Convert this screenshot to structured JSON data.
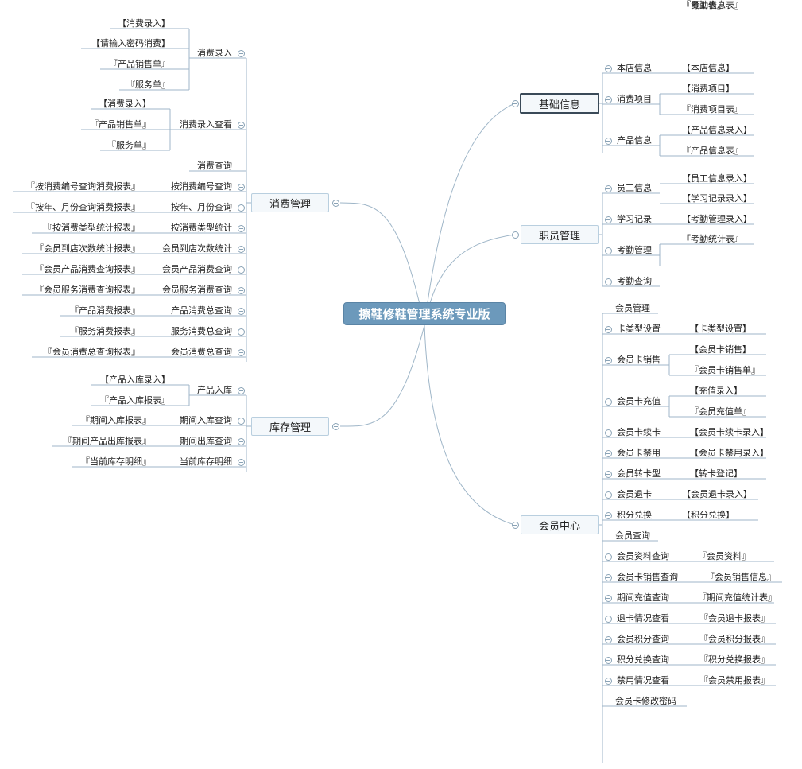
{
  "root": {
    "label": "擦鞋修鞋管理系统专业版"
  },
  "main_nodes": {
    "jichu": "基础信息",
    "zhiyuan": "职员管理",
    "huiyuan": "会员中心",
    "xiaofei": "消费管理",
    "kucun": "库存管理"
  },
  "jichu": [
    {
      "label": "本店信息",
      "children": [
        "【本店信息】"
      ]
    },
    {
      "label": "消费项目",
      "children": [
        "【消费项目】",
        "『消费项目表』"
      ]
    },
    {
      "label": "产品信息",
      "children": [
        "【产品信息录入】",
        "『产品信息表』"
      ]
    }
  ],
  "zhiyuan": [
    {
      "label": "员工信息",
      "children": [
        "【员工信息录入】",
        "『员工信息表』"
      ]
    },
    {
      "label": "学习记录",
      "children": [
        "【学习记录录入】"
      ]
    },
    {
      "label": "考勤管理",
      "children": [
        "【考勤管理录入】",
        "『考勤表』"
      ]
    },
    {
      "label": "考勤查询",
      "children": [
        "『考勤统计表』"
      ]
    }
  ],
  "huiyuan": [
    {
      "label": "会员管理",
      "children": []
    },
    {
      "label": "卡类型设置",
      "children": [
        "【卡类型设置】"
      ]
    },
    {
      "label": "会员卡销售",
      "children": [
        "【会员卡销售】",
        "『会员卡销售单』"
      ]
    },
    {
      "label": "会员卡充值",
      "children": [
        "【充值录入】",
        "『会员充值单』"
      ]
    },
    {
      "label": "会员卡续卡",
      "children": [
        "【会员卡续卡录入】"
      ]
    },
    {
      "label": "会员卡禁用",
      "children": [
        "【会员卡禁用录入】"
      ]
    },
    {
      "label": "会员转卡型",
      "children": [
        "【转卡登记】"
      ]
    },
    {
      "label": "会员退卡",
      "children": [
        "【会员退卡录入】"
      ]
    },
    {
      "label": "积分兑换",
      "children": [
        "【积分兑换】"
      ]
    },
    {
      "label": "会员查询",
      "children": []
    },
    {
      "label": "会员资料查询",
      "children": [
        "『会员资料』"
      ]
    },
    {
      "label": "会员卡销售查询",
      "children": [
        "『会员销售信息』"
      ]
    },
    {
      "label": "期间充值查询",
      "children": [
        "『期间充值统计表』"
      ]
    },
    {
      "label": "退卡情况查看",
      "children": [
        "『会员退卡报表』"
      ]
    },
    {
      "label": "会员积分查询",
      "children": [
        "『会员积分报表』"
      ]
    },
    {
      "label": "积分兑换查询",
      "children": [
        "『积分兑换报表』"
      ]
    },
    {
      "label": "禁用情况查看",
      "children": [
        "『会员禁用报表』"
      ]
    },
    {
      "label": "会员卡修改密码",
      "children": []
    }
  ],
  "xiaofei": [
    {
      "label": "消费录入",
      "children": [
        "【消费录入】",
        "【请输入密码消费】",
        "『产品销售单』",
        "『服务单』"
      ]
    },
    {
      "label": "消费录入查看",
      "children": [
        "【消费录入】",
        "『产品销售单』",
        "『服务单』"
      ]
    },
    {
      "label": "消费查询",
      "children": []
    },
    {
      "label": "按消费编号查询",
      "children": [
        "『按消费编号查询消费报表』"
      ]
    },
    {
      "label": "按年、月份查询",
      "children": [
        "『按年、月份查询消费报表』"
      ]
    },
    {
      "label": "按消费类型统计",
      "children": [
        "『按消费类型统计报表』"
      ]
    },
    {
      "label": "会员到店次数统计",
      "children": [
        "『会员到店次数统计报表』"
      ]
    },
    {
      "label": "会员产品消费查询",
      "children": [
        "『会员产品消费查询报表』"
      ]
    },
    {
      "label": "会员服务消费查询",
      "children": [
        "『会员服务消费查询报表』"
      ]
    },
    {
      "label": "产品消费总查询",
      "children": [
        "『产品消费报表』"
      ]
    },
    {
      "label": "服务消费总查询",
      "children": [
        "『服务消费报表』"
      ]
    },
    {
      "label": "会员消费总查询",
      "children": [
        "『会员消费总查询报表』"
      ]
    }
  ],
  "kucun": [
    {
      "label": "产品入库",
      "children": [
        "【产品入库录入】",
        "『产品入库报表』"
      ]
    },
    {
      "label": "期间入库查询",
      "children": [
        "『期间入库报表』"
      ]
    },
    {
      "label": "期间出库查询",
      "children": [
        "『期间产品出库报表』"
      ]
    },
    {
      "label": "当前库存明细",
      "children": [
        "『当前库存明细』"
      ]
    }
  ]
}
